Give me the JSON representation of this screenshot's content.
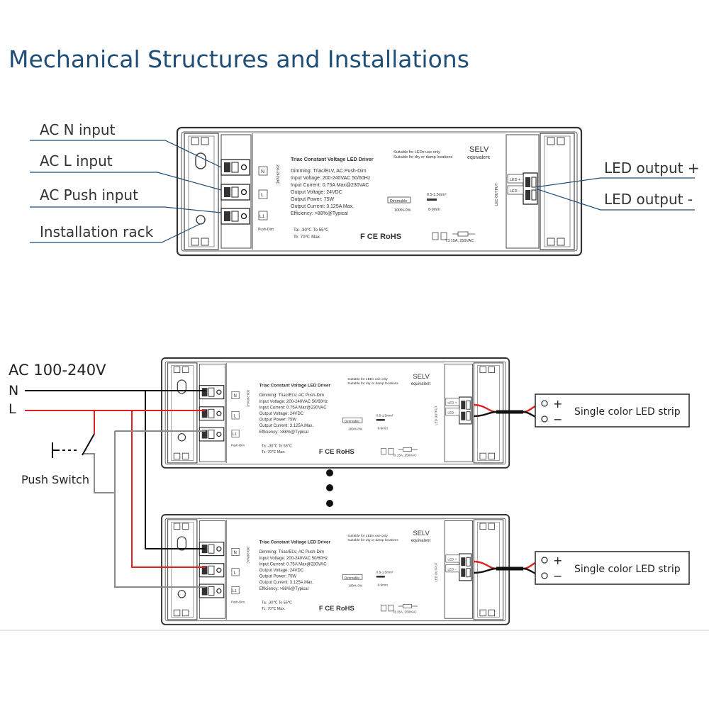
{
  "title": "Mechanical Structures and Installations",
  "callouts": {
    "ac_n": "AC N input",
    "ac_l": "AC L input",
    "ac_push": "AC Push input",
    "rack": "Installation rack",
    "led_plus": "LED output +",
    "led_minus": "LED output -"
  },
  "driver_label": {
    "name": "Triac Constant Voltage LED Driver",
    "lines": [
      "Dimming: Triac/ELV, AC Push-Dim",
      "Input Voltage: 200-240VAC 50/60Hz",
      "Input Current: 0.75A Max@230VAC",
      "Output Voltage: 24VDC",
      "Output Power: 75W",
      "Output Current: 3.125A Max.",
      "Efficiency: >88%@Typical"
    ],
    "temps": [
      "Ta: -30℃ To 55℃",
      "Tc: 70℃ Max."
    ],
    "suitable": [
      "Suitable for LEDs use only",
      "Suitable for dry or damp locations"
    ],
    "selv": "SELV",
    "equivalent": "equivalent",
    "dimmable": "Dimmable",
    "dim_range": "100%-0%",
    "wire_size": "0.5-1.5mm²",
    "strip_len": "8-9mm",
    "fuse": "T3.15A, 250VAC",
    "terminals": [
      "N",
      "L",
      "L1"
    ],
    "push_dim": "Push-Dim",
    "input_side": "200-240VAC",
    "led_output": "LED OUTPUT",
    "led_plus": "LED +",
    "led_minus": "LED -",
    "marks": "F CE RoHS"
  },
  "wiring": {
    "supply": "AC 100-240V",
    "n": "N",
    "l": "L",
    "push_switch": "Push Switch",
    "strip_label": "Single color LED strip",
    "plus": "+",
    "minus": "−"
  },
  "colors": {
    "title": "#1f4e79",
    "live_wire": "#e02020",
    "neutral_wire": "#111111",
    "push_wire": "#8a8a8a",
    "callout_line": "#1f4e79"
  }
}
